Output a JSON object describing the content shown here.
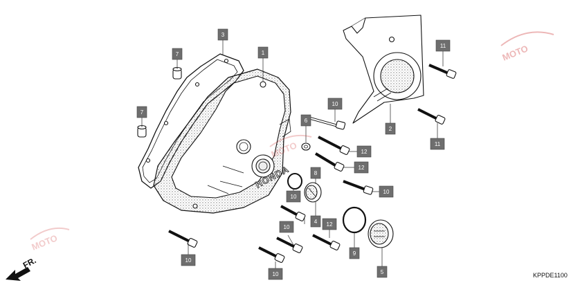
{
  "diagram_code": "KPPDE1100",
  "direction_label": "FR.",
  "cover_brand": "HONDA",
  "watermark": "MOTO",
  "callouts": [
    "3",
    "7",
    "7",
    "1",
    "10",
    "6",
    "8",
    "12",
    "12",
    "10",
    "10",
    "4",
    "12",
    "9",
    "5",
    "10",
    "10",
    "10",
    "2",
    "11",
    "11"
  ]
}
